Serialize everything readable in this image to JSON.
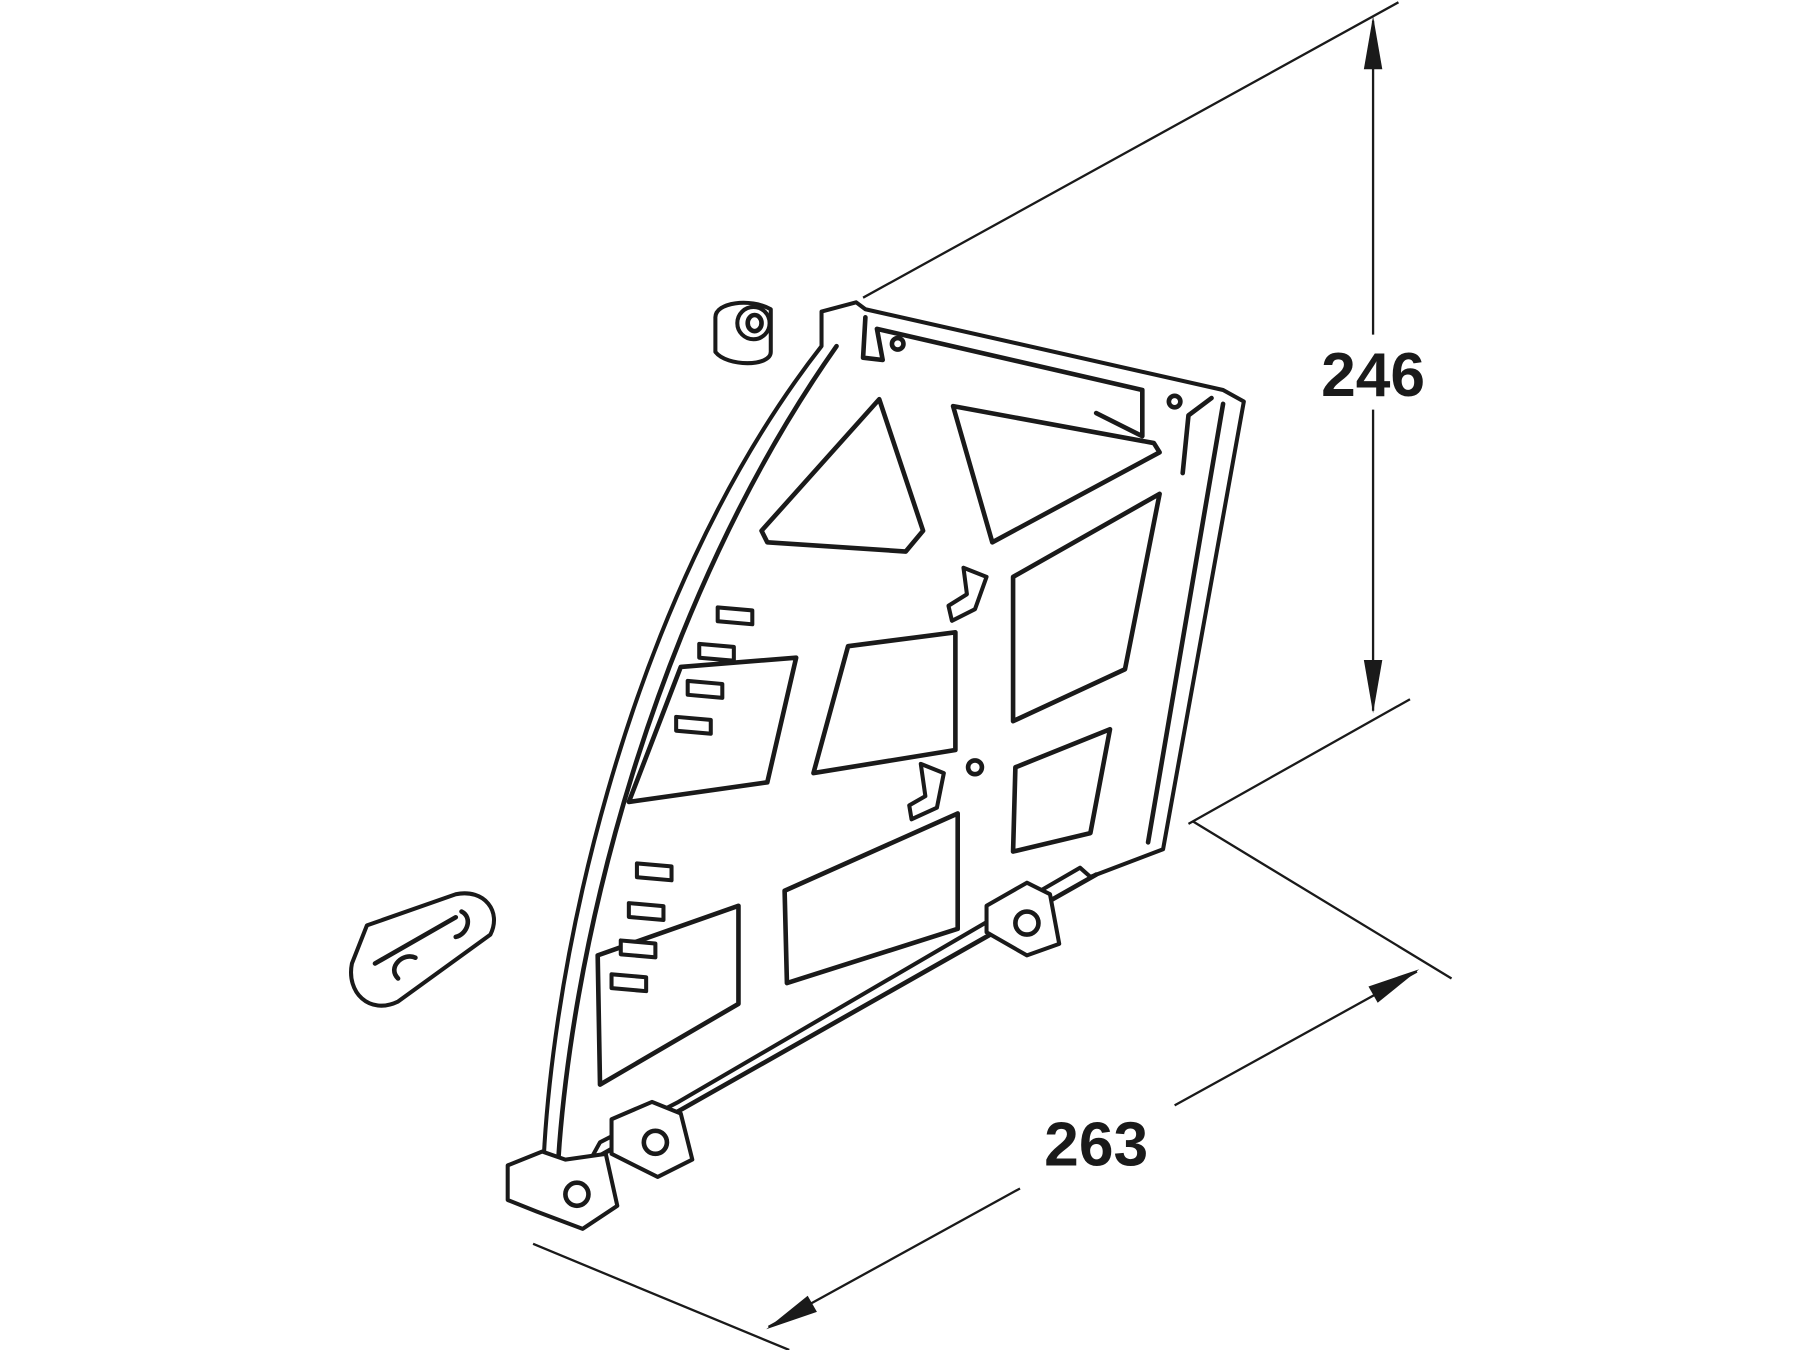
{
  "drawing": {
    "dimensions": [
      {
        "name": "height",
        "value": "246"
      },
      {
        "name": "depth",
        "value": "263"
      }
    ],
    "colors": {
      "line": "#1a1a1a",
      "background": "#ffffff"
    }
  }
}
